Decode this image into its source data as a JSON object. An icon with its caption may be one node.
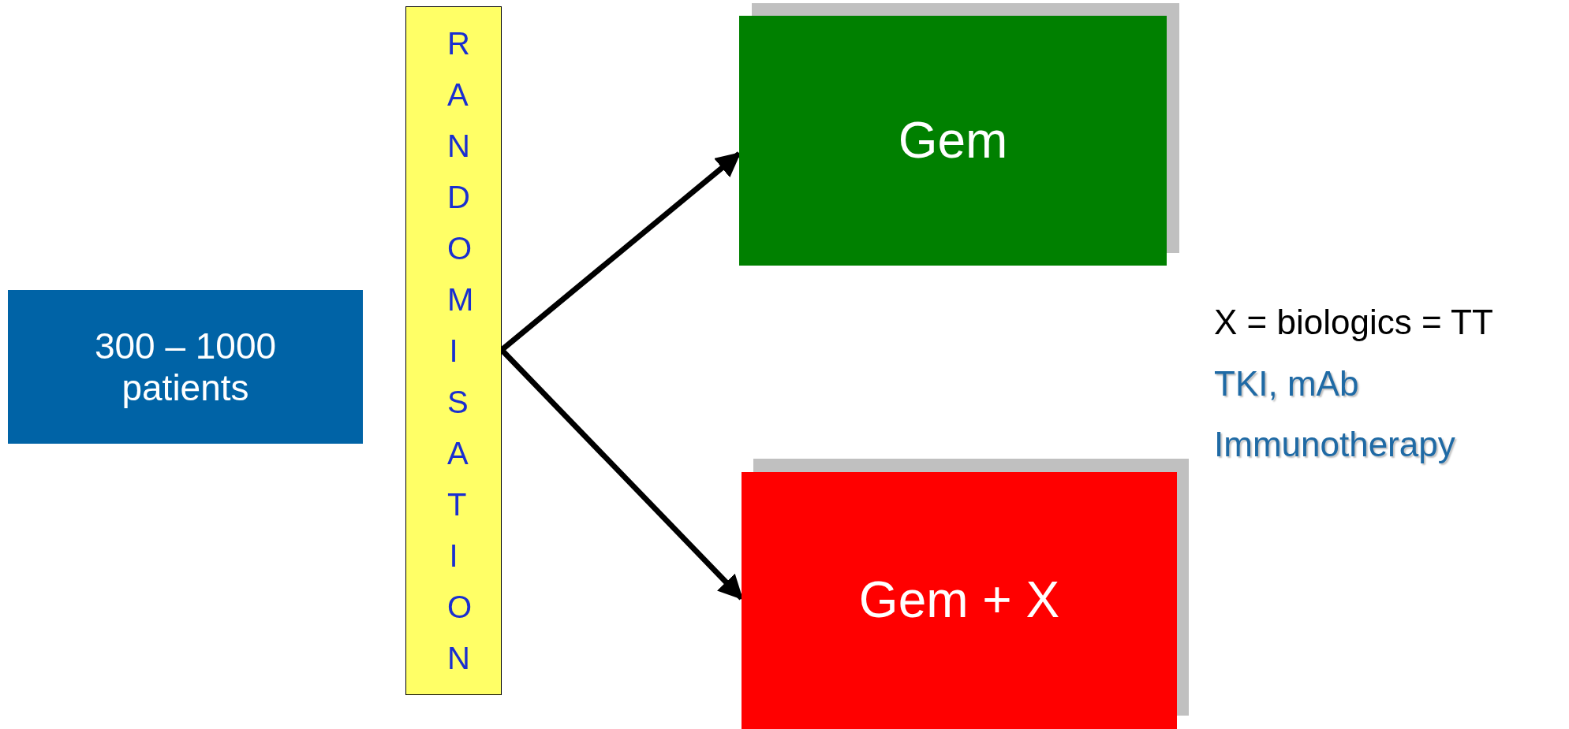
{
  "diagram": {
    "nodes": [
      {
        "text": [
          "300 – 1000 patients"
        ]
      },
      {
        "text": [
          "RANDOMISATION"
        ]
      },
      {
        "text": [
          "Gem"
        ]
      },
      {
        "text": [
          "Gem + X"
        ]
      }
    ],
    "edges": [
      {
        "from": 1,
        "to": 2,
        "arrow": "to"
      },
      {
        "from": 1,
        "to": 3,
        "arrow": "to"
      }
    ],
    "labels": [
      "X = biologics = TT",
      "TKI, mAb",
      "Immunotherapy"
    ]
  }
}
